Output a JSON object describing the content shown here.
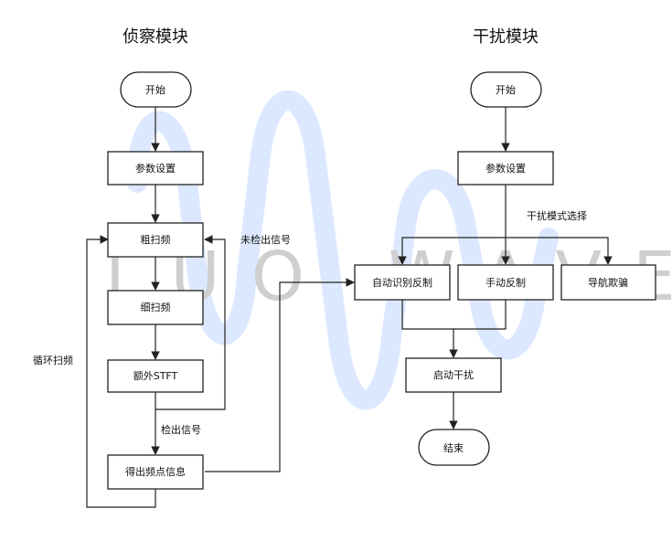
{
  "titles": {
    "left": "侦察模块",
    "right": "干扰模块"
  },
  "watermark": {
    "text": "LUO WAVE",
    "color": "#cfcfcf",
    "wave_color": "#dce8ff"
  },
  "nodes": {
    "start_left": "开始",
    "params_left": "参数设置",
    "coarse": "粗扫频",
    "fine": "细扫频",
    "stft": "额外STFT",
    "info": "得出频点信息",
    "start_right": "开始",
    "params_right": "参数设置",
    "auto": "自动识别反制",
    "manual": "手动反制",
    "nav": "导航欺骗",
    "launch": "启动干扰",
    "end": "结束"
  },
  "edge_labels": {
    "not_detected": "未检出信号",
    "detected": "检出信号",
    "loop": "循环扫频",
    "mode_select": "干扰模式选择"
  }
}
